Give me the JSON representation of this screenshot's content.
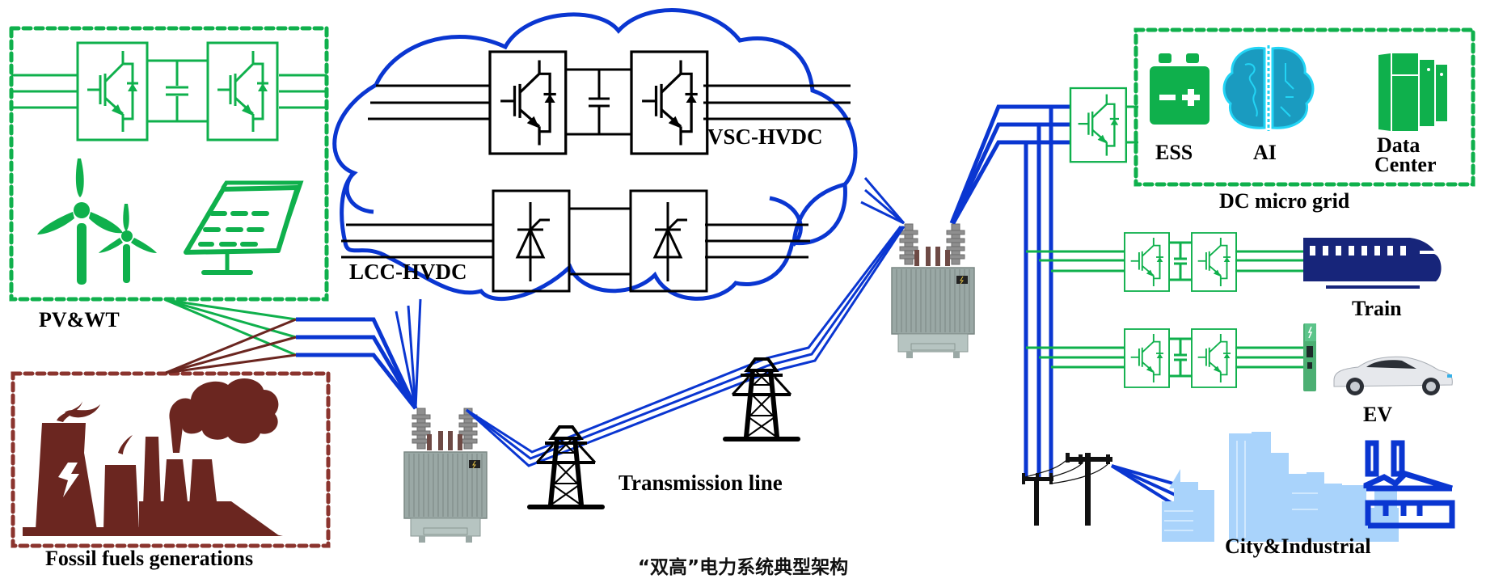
{
  "colors": {
    "renewable_green": "#0fb04c",
    "fossil_brown": "#6b2620",
    "grid_blue": "#0a36d1",
    "train_navy": "#17257a",
    "city_light_blue": "#a9d3fb",
    "brain_teal": "#1a9bc0",
    "transformer_gray": "#9aa8a5",
    "circuit_black": "#000000"
  },
  "labels": {
    "pv_wt": "PV&WT",
    "fossil": "Fossil fuels generations",
    "vsc_hvdc": "VSC-HVDC",
    "lcc_hvdc": "LCC-HVDC",
    "transmission_line": "Transmission line",
    "ess": "ESS",
    "ai": "AI",
    "data_center_1": "Data",
    "data_center_2": "Center",
    "dc_micro_grid": "DC micro grid",
    "train": "Train",
    "ev": "EV",
    "city_industrial": "City&Industrial",
    "caption": "“双高”电力系统典型架构"
  },
  "icons": {
    "wind_turbine": "wind-turbine-icon",
    "solar_panel": "solar-panel-icon",
    "igbt_converter": "igbt-converter-icon",
    "thyristor_converter": "thyristor-converter-icon",
    "factory_smoke": "fossil-plant-icon",
    "transformer": "transformer-icon",
    "pylon": "transmission-tower-icon",
    "battery": "battery-icon",
    "brain": "ai-brain-icon",
    "server": "data-center-icon",
    "train": "train-icon",
    "charger": "ev-charger-icon",
    "car": "car-icon",
    "utility_pole": "utility-pole-icon",
    "city": "city-skyline-icon",
    "industry": "factory-icon"
  }
}
